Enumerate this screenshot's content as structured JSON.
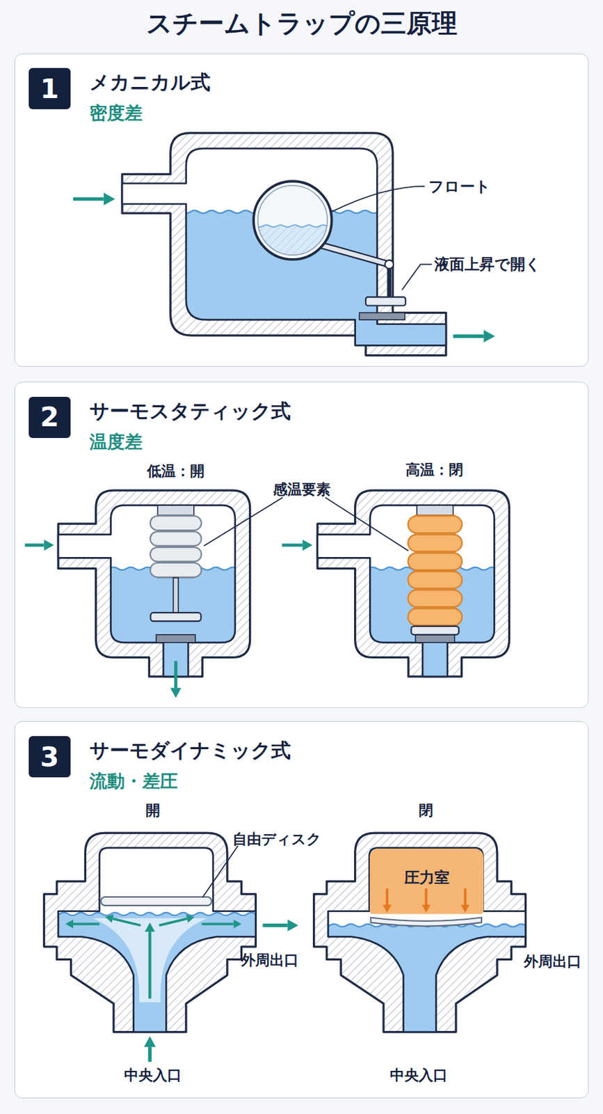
{
  "diagram": {
    "title": "スチームトラップの三原理",
    "nodes": [
      {
        "text": [
          "メカニカル式",
          "密度差"
        ]
      },
      {
        "text": [
          "1"
        ],
        "in": 0
      },
      {
        "text": [
          "サーモスタティック式",
          "温度差"
        ]
      },
      {
        "text": [
          "2"
        ],
        "in": 2
      },
      {
        "text": [
          "サーモダイナミック式",
          "流動・差圧"
        ]
      },
      {
        "text": [
          "3"
        ],
        "in": 4
      },
      {
        "text": [
          "圧力室"
        ],
        "in": 4
      }
    ],
    "labels": [
      "フロート",
      "液面上昇で開く",
      "低温：開",
      "高温：閉",
      "感温要素",
      "開",
      "閉",
      "自由ディスク",
      "外周出口",
      "外周出口",
      "中央入口",
      "中央入口"
    ]
  }
}
